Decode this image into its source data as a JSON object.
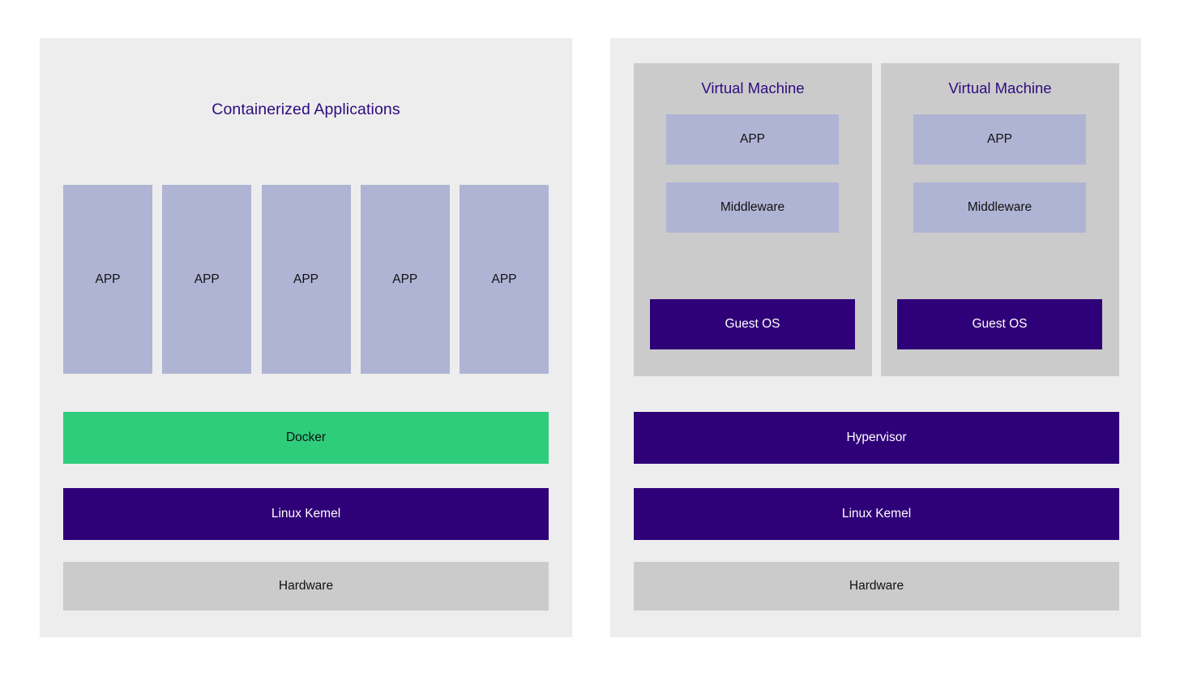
{
  "colors": {
    "page_background": "#ffffff",
    "panel_background": "#ededed",
    "app_box": "#b0b4d4",
    "vm_panel": "#cbcbcb",
    "hardware": "#cbcbcb",
    "docker_green": "#2ecd7c",
    "deep_purple": "#2f0178",
    "title_purple": "#2d0c7e"
  },
  "left_panel": {
    "title": "Containerized Applications",
    "app_boxes": [
      {
        "label": "APP"
      },
      {
        "label": "APP"
      },
      {
        "label": "APP"
      },
      {
        "label": "APP"
      },
      {
        "label": "APP"
      }
    ],
    "layers": [
      {
        "label": "Docker"
      },
      {
        "label": "Linux Kemel"
      },
      {
        "label": "Hardware"
      }
    ]
  },
  "right_panel": {
    "virtual_machines": [
      {
        "title": "Virtual Machine",
        "app": "APP",
        "middleware": "Middleware",
        "guest_os": "Guest OS"
      },
      {
        "title": "Virtual Machine",
        "app": "APP",
        "middleware": "Middleware",
        "guest_os": "Guest OS"
      }
    ],
    "layers": [
      {
        "label": "Hypervisor"
      },
      {
        "label": "Linux Kemel"
      },
      {
        "label": "Hardware"
      }
    ]
  }
}
